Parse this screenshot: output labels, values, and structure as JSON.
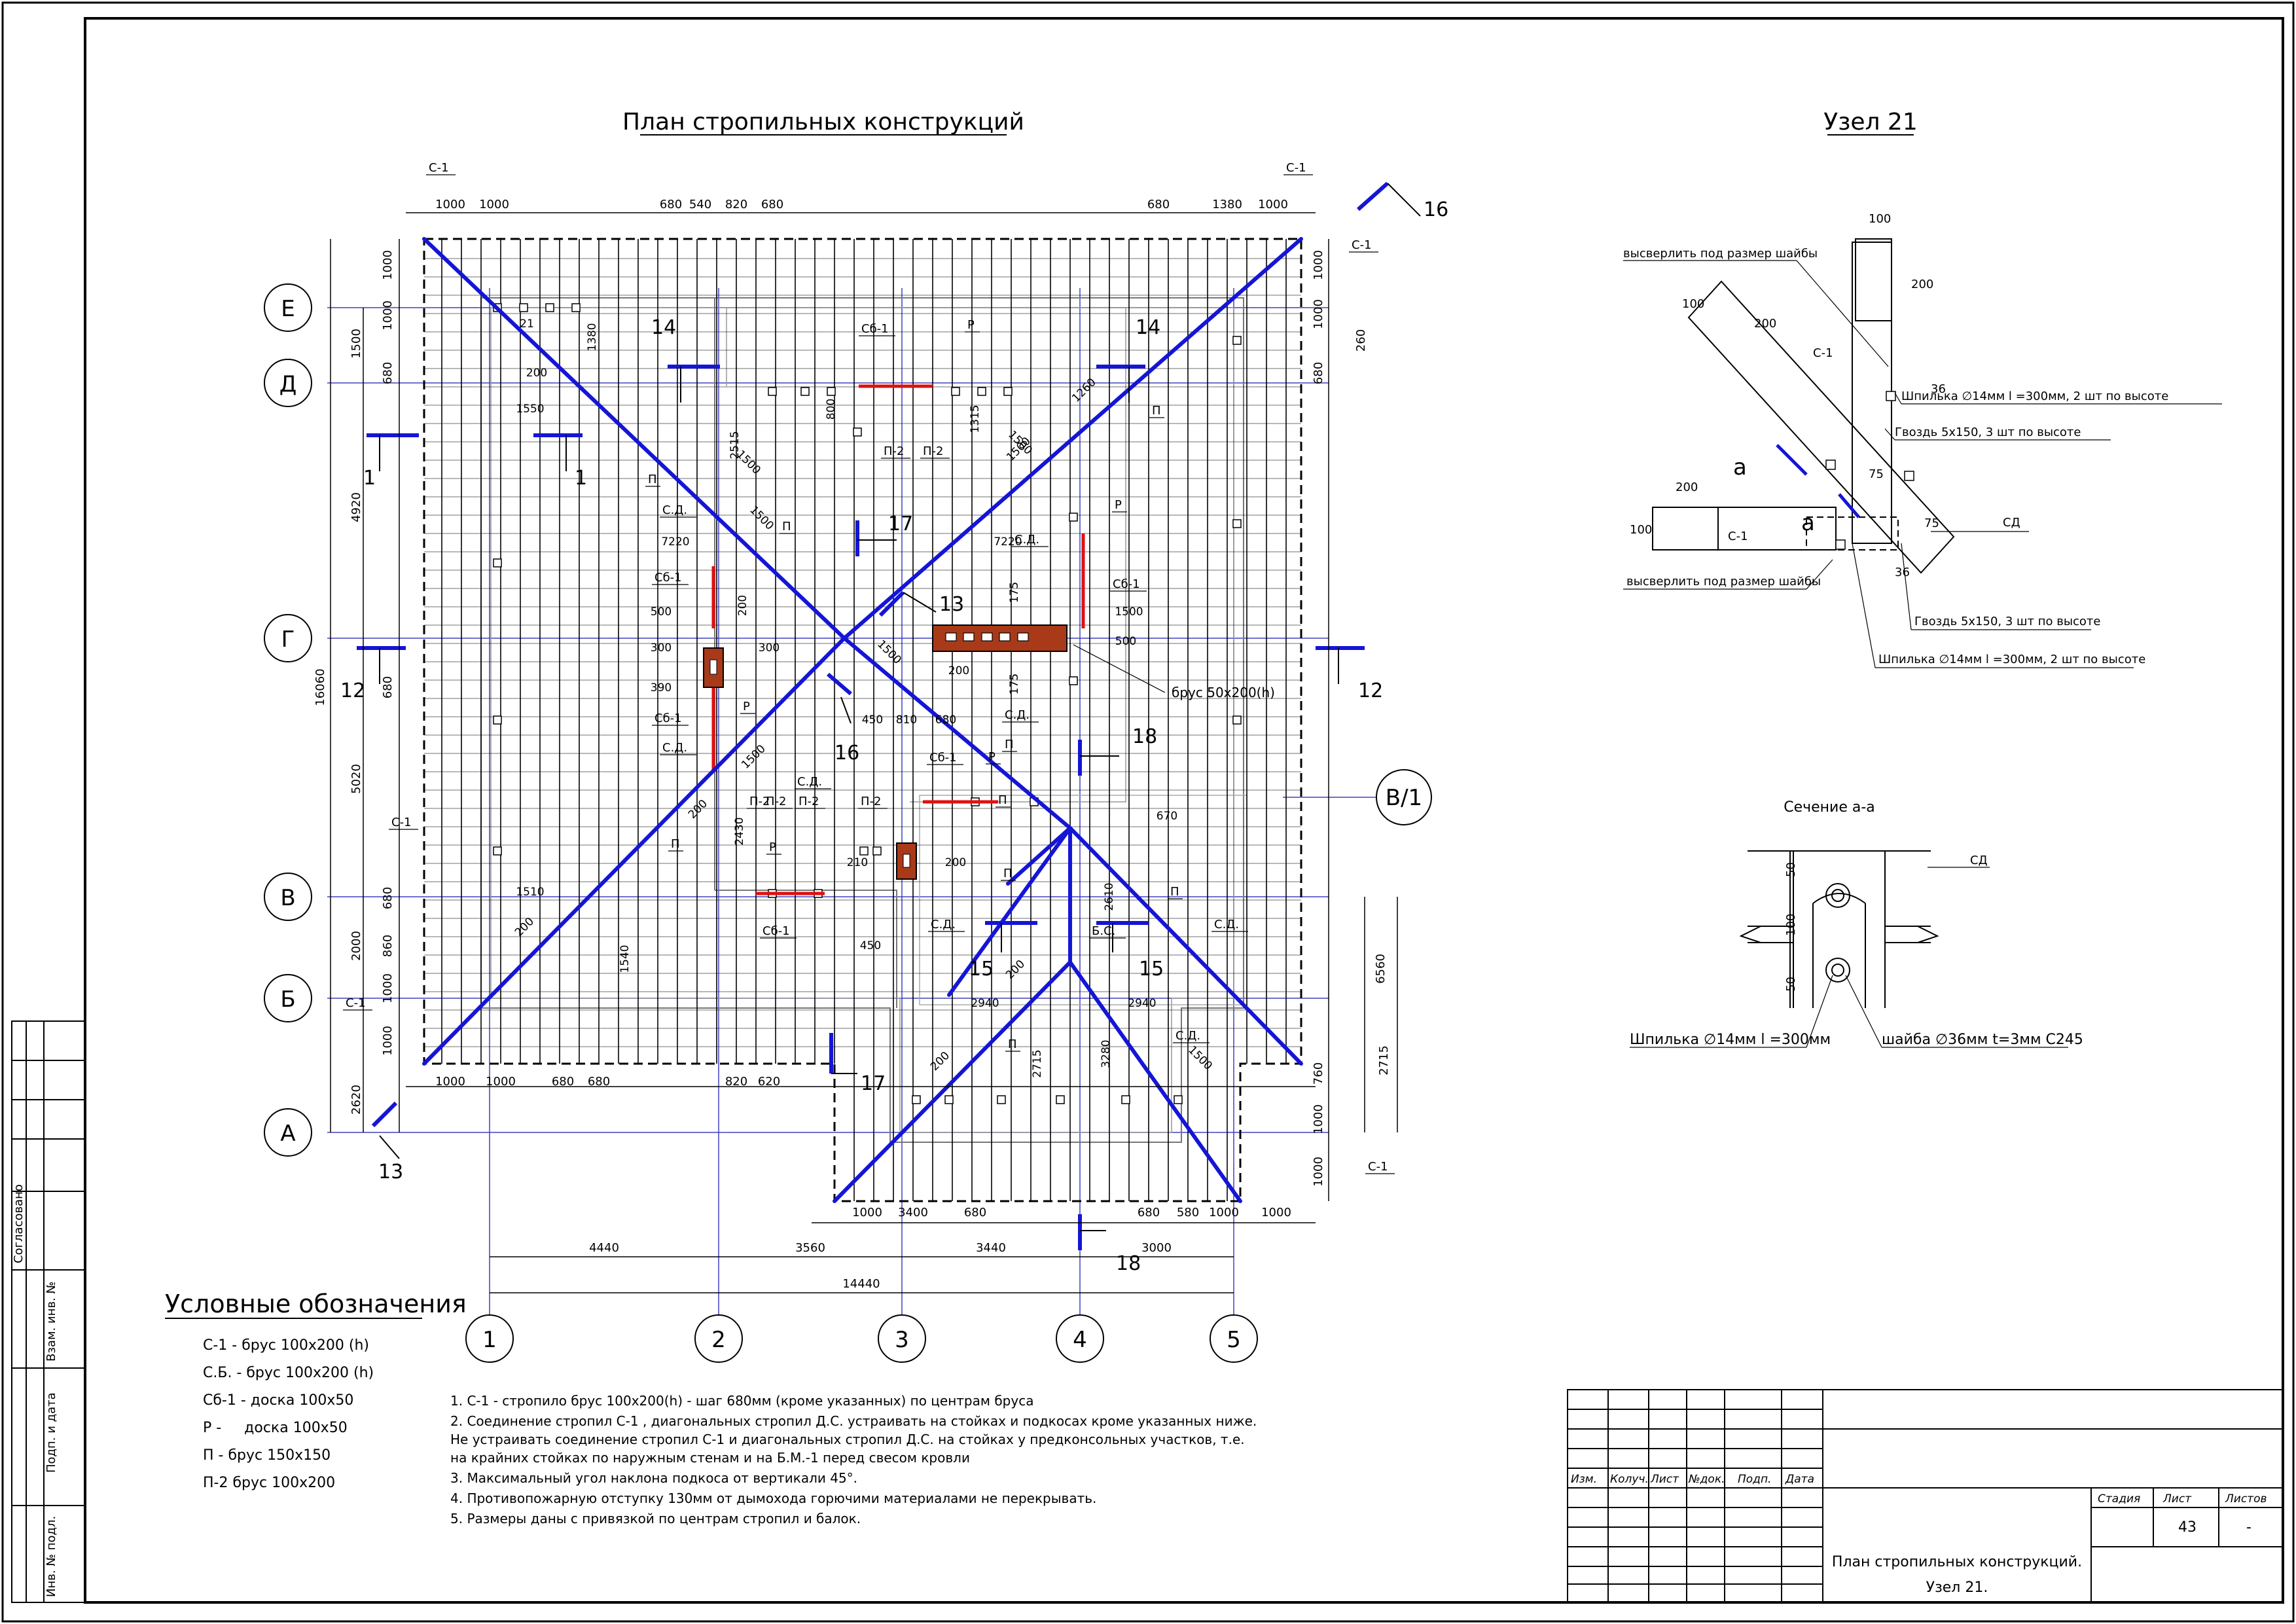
{
  "sheet": {
    "plan_title": "План стропильных конструкций",
    "node_title": "Узел 21",
    "section_title": "Сечение а-а"
  },
  "axes": {
    "letters": [
      "Е",
      "Д",
      "Г",
      "В",
      "Б",
      "А"
    ],
    "numbers": [
      "1",
      "2",
      "3",
      "4",
      "5"
    ],
    "extra": "В/1"
  },
  "plan": {
    "top_dims": [
      "1000",
      "1000",
      "680",
      "540",
      "820",
      "680",
      "680",
      "1380",
      "1000"
    ],
    "bottom_dims": [
      "1000",
      "1000",
      "680",
      "680",
      "820",
      "620",
      "1000",
      "3400",
      "680",
      "680",
      "580",
      "1000",
      "1000"
    ],
    "axis_dims": [
      "4440",
      "3560",
      "3440",
      "3000"
    ],
    "total_dim": "14440",
    "left_dims": [
      "1000",
      "1000",
      "1500",
      "680",
      "4920",
      "680",
      "5020",
      "680",
      "860",
      "2000",
      "1000",
      "1000",
      "2620",
      "16060"
    ],
    "right_dims": [
      "1000",
      "1000",
      "680",
      "260",
      "6560",
      "2715",
      "760",
      "1000",
      "1000"
    ],
    "inner_labels": [
      "21",
      "200",
      "1380",
      "1550",
      "2515",
      "800",
      "1315",
      "1500",
      "1260",
      "7220",
      "7220",
      "500",
      "200",
      "300",
      "300",
      "390",
      "175",
      "175",
      "200",
      "500",
      "1500",
      "450",
      "810",
      "680",
      "670",
      "2430",
      "210",
      "200",
      "1510",
      "1540",
      "450",
      "2610",
      "2940",
      "2940",
      "2715",
      "3280",
      "200",
      "200",
      "1500",
      "1500",
      "1500",
      "1500",
      "1500",
      "1500",
      "200",
      "200"
    ],
    "tags": [
      "С-1",
      "С-1",
      "С-1",
      "С-1",
      "С-1",
      "С-1",
      "Сб-1",
      "Сб-1",
      "Сб-1",
      "Сб-1",
      "Сб-1",
      "Сб-1",
      "П-2",
      "П-2",
      "П-2",
      "П-2",
      "П-2",
      "П-2",
      "П",
      "П",
      "П",
      "П",
      "П",
      "П",
      "П",
      "П",
      "П",
      "Р",
      "Р",
      "Р",
      "Р",
      "Р",
      "С.Д.",
      "С.Д.",
      "С.Д.",
      "С.Д.",
      "С.Д.",
      "С.Д.",
      "С.Д.",
      "С.Д.",
      "Б.С."
    ],
    "beam_note": "брус 50х200(h)",
    "section_marks": [
      "16",
      "14",
      "14",
      "1",
      "1",
      "17",
      "13",
      "12",
      "12",
      "16",
      "18",
      "15",
      "15",
      "17",
      "13",
      "18"
    ]
  },
  "node": {
    "callouts": [
      "высверлить под размер шайбы",
      "Шпилька ∅14мм l =300мм, 2 шт по высоте",
      "Гвоздь 5х150, 3 шт по высоте",
      "СД",
      "высверлить под размер шайбы",
      "Гвоздь 5х150, 3 шт по высоте",
      "Шпилька ∅14мм l =300мм, 2 шт по высоте"
    ],
    "dims": [
      "100",
      "200",
      "100",
      "200",
      "200",
      "100",
      "36",
      "75",
      "75",
      "36"
    ],
    "labels": [
      "С-1",
      "С-1",
      "а",
      "а"
    ]
  },
  "section": {
    "dims": [
      "50",
      "100",
      "50"
    ],
    "callouts": [
      "СД",
      "Шпилька ∅14мм l =300мм",
      "шайба ∅36мм t=3мм С245"
    ]
  },
  "legend": {
    "title": "Условные обозначения",
    "items": [
      "С-1 - брус 100х200 (h)",
      "С.Б. - брус 100х200 (h)",
      "Сб-1 - доска 100х50",
      "Р -     доска 100х50",
      "П - брус 150х150",
      "П-2 брус 100х200"
    ]
  },
  "notes": [
    "1. С-1 -  стропило брус 100х200(h) - шаг 680мм (кроме указанных) по центрам бруса",
    "2. Соединение стропил С-1 , диагональных стропил Д.С. устраивать на стойках и подкосах кроме указанных ниже.",
    "Не устраивать соединение стропил С-1 и диагональных стропил Д.С. на стойках у предконсольных участков, т.е.",
    "на крайних стойках по наружным стенам и на Б.М.-1 перед свесом кровли",
    "3. Максимальный угол наклона подкоса от вертикали 45°.",
    "4. Противопожарную отступку 130мм от дымохода горючими материалами не перекрывать.",
    "5. Размеры даны с привязкой по центрам стропил и балок."
  ],
  "side_stamp": [
    "Согласовано",
    "Взам. инв. №",
    "Подп. и дата",
    "Инв. № подл."
  ],
  "title_block": {
    "headers": [
      "Изм.",
      "Колуч.",
      "Лист",
      "№док.",
      "Подп.",
      "Дата"
    ],
    "stage_headers": [
      "Стадия",
      "Лист",
      "Листов"
    ],
    "sheet_no": "43",
    "sheets_total": "-",
    "name_line1": "План стропильных конструкций.",
    "name_line2": "Узел 21."
  },
  "colors": {
    "blue": "#1515d6",
    "red": "#e01010",
    "brick": "#a83a1a",
    "axis": "#4040c0"
  }
}
